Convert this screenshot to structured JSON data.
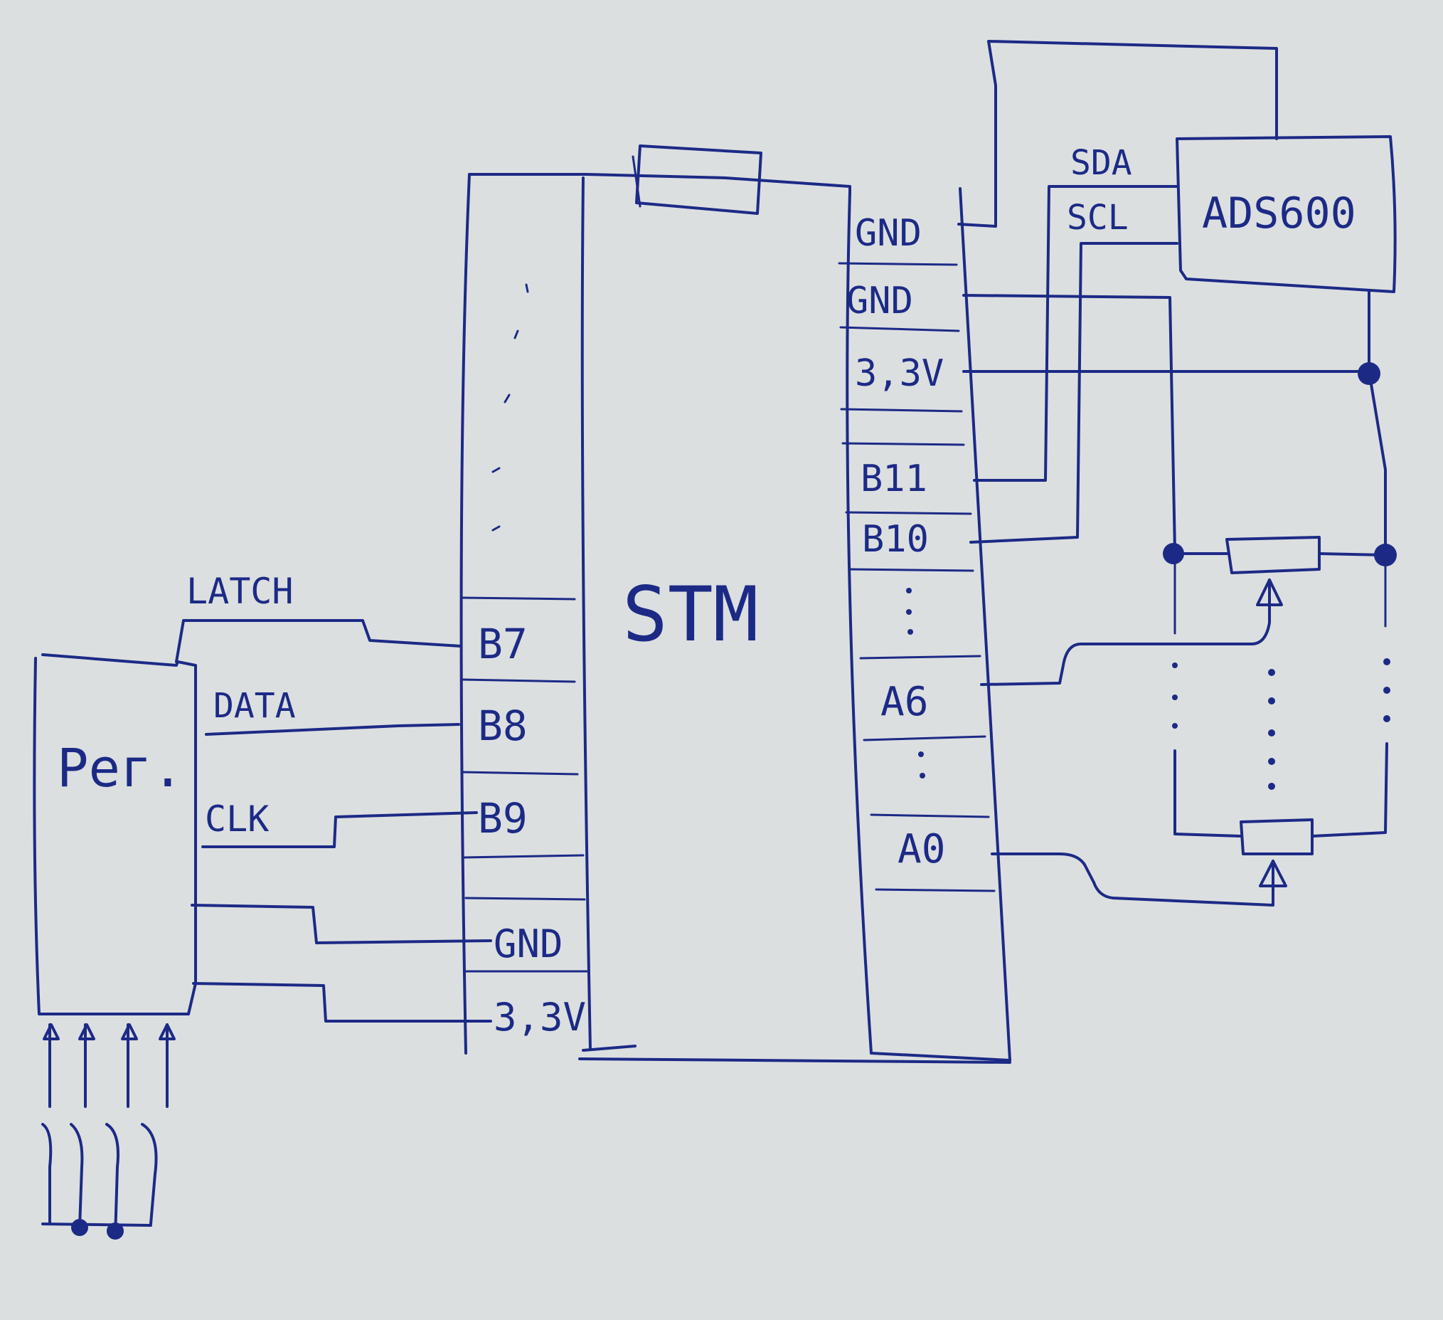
{
  "colors": {
    "paper": "#dcdfe0",
    "ink": "#1c2a86"
  },
  "mcu": {
    "title": "STM",
    "left_pins": [
      "B7",
      "B8",
      "B9",
      "GND",
      "3,3V"
    ],
    "right_pins": [
      "GND",
      "GND",
      "3,3V",
      "B11",
      "B10",
      "A6",
      "A0"
    ]
  },
  "register": {
    "title": "Рег.",
    "signals": [
      "LATCH",
      "DATA",
      "CLK"
    ]
  },
  "sensor": {
    "title": "ADS600",
    "pins": [
      "SDA",
      "SCL"
    ]
  }
}
